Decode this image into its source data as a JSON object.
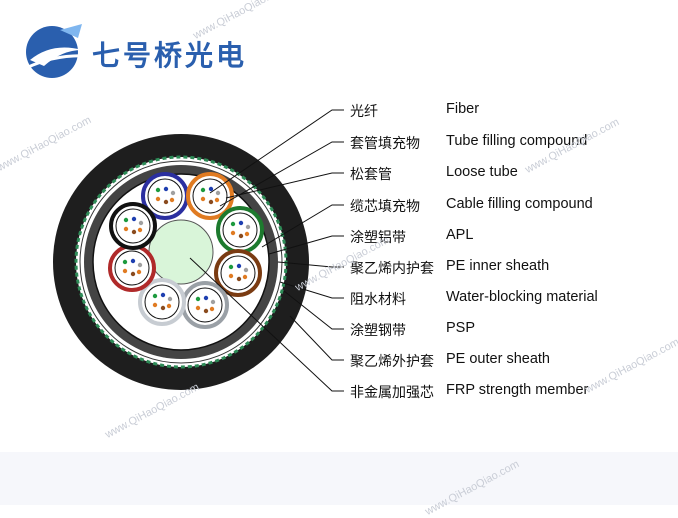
{
  "brand": {
    "name": "七号桥光电"
  },
  "watermark": "www.QiHaoQiao.com",
  "labels": [
    {
      "zh": "光纤",
      "en": "Fiber"
    },
    {
      "zh": "套管填充物",
      "en": "Tube filling compound"
    },
    {
      "zh": "松套管",
      "en": "Loose tube"
    },
    {
      "zh": "缆芯填充物",
      "en": "Cable filling compound"
    },
    {
      "zh": "涂塑铝带",
      "en": "APL"
    },
    {
      "zh": "聚乙烯内护套",
      "en": "PE inner sheath"
    },
    {
      "zh": "阻水材料",
      "en": "Water-blocking material"
    },
    {
      "zh": "涂塑钢带",
      "en": "PSP"
    },
    {
      "zh": "聚乙烯外护套",
      "en": "PE outer sheath"
    },
    {
      "zh": "非金属加强芯",
      "en": "FRP strength member"
    }
  ],
  "colors": {
    "brand_blue": "#2a5fae",
    "outer_sheath": "#1e1e1e",
    "psp_green": "#2e8b57",
    "center_member": "#d9f5d9",
    "tube_colors": [
      "#2b2fa0",
      "#e07b22",
      "#1d7a2e",
      "#7a3b12",
      "#9aa0a6",
      "#b02a2a",
      "#111111",
      "#2b2fa0"
    ],
    "fiber_dots": [
      "#1e3fb0",
      "#e07b22",
      "#1d9a3e",
      "#8a4b1e",
      "#a0a0a0",
      "#ffffff"
    ]
  }
}
